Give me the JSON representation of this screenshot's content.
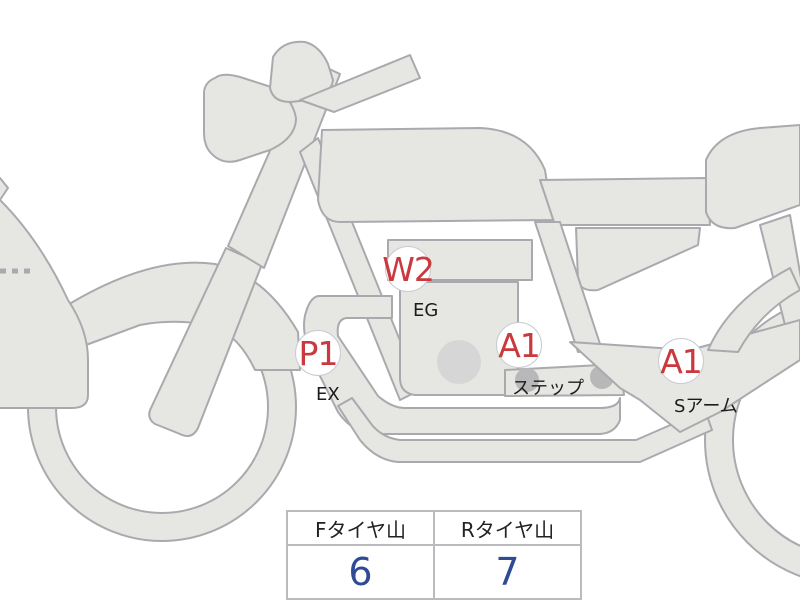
{
  "diagram": {
    "subject": "motorcycle side view with inspection markers",
    "colors": {
      "part_fill": "#e6e6e3",
      "part_stroke": "#a9aaae",
      "marker_text": "#c9393d",
      "value_text": "#2f4b93"
    }
  },
  "markers": [
    {
      "code": "W2",
      "label": "EG"
    },
    {
      "code": "P1",
      "label": "EX"
    },
    {
      "code": "A1",
      "label": "ステップ"
    },
    {
      "code": "A1",
      "label": "Sアーム"
    }
  ],
  "tire_table": {
    "headers": [
      "Fタイヤ山",
      "Rタイヤ山"
    ],
    "values": [
      "6",
      "7"
    ]
  }
}
